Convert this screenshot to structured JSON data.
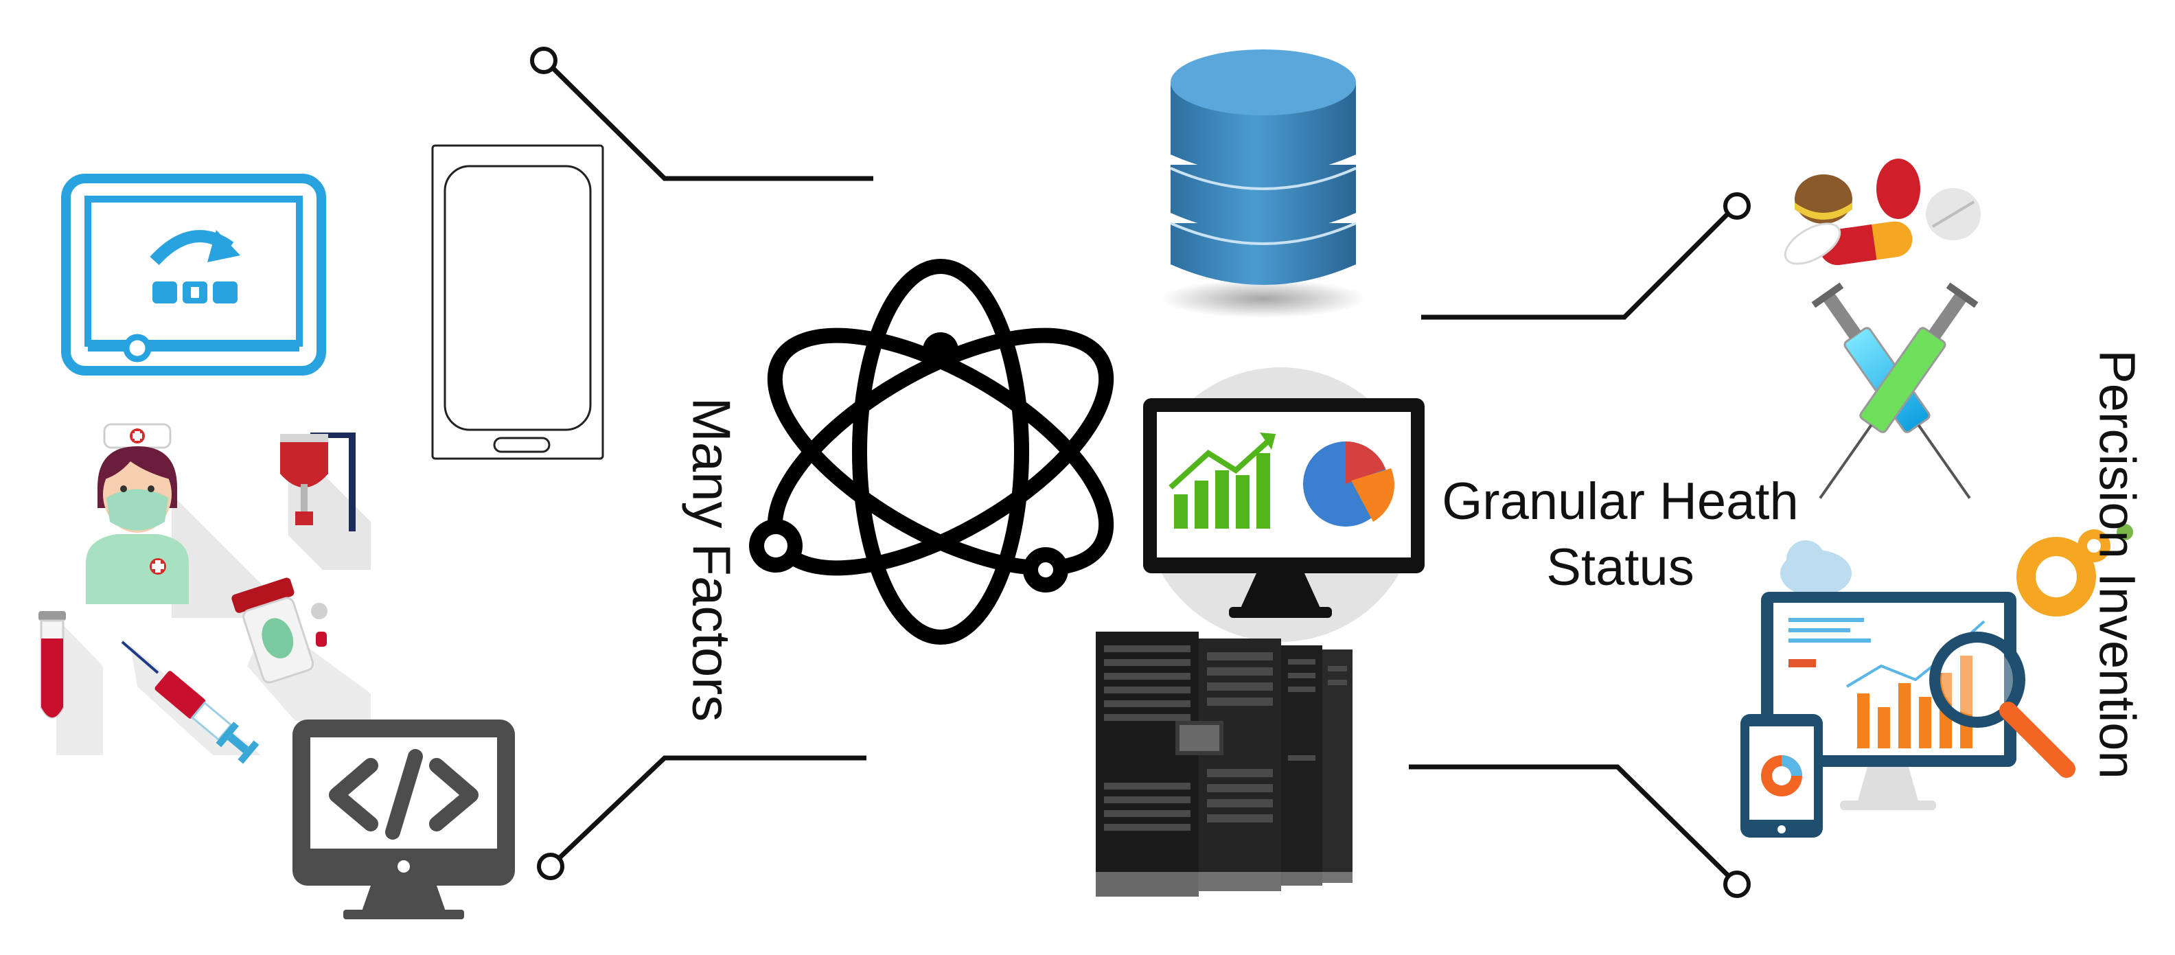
{
  "labels": {
    "many_factors": "Many Factors",
    "granular_line1": "Granular Heath",
    "granular_line2": "Status",
    "precision": "Percision Invention"
  },
  "icons": [
    "video-player-icon",
    "smartphone-icon",
    "nurse-icon",
    "iv-drip-icon",
    "blood-test-tube-icon",
    "syringe-icon",
    "pill-bottle-icon",
    "code-monitor-icon",
    "atom-icon",
    "database-icon",
    "analytics-monitor-icon",
    "server-rack-icon",
    "pills-icon",
    "crossed-syringes-icon",
    "data-dashboard-icon"
  ],
  "colors": {
    "connector": "#111111",
    "accent_blue": "#29a3df",
    "database_blue": "#3a86bd",
    "chart_green": "#52b51b",
    "chart_orange": "#f5821f",
    "chart_red": "#d6403f",
    "code_gray": "#4d4d4d"
  }
}
